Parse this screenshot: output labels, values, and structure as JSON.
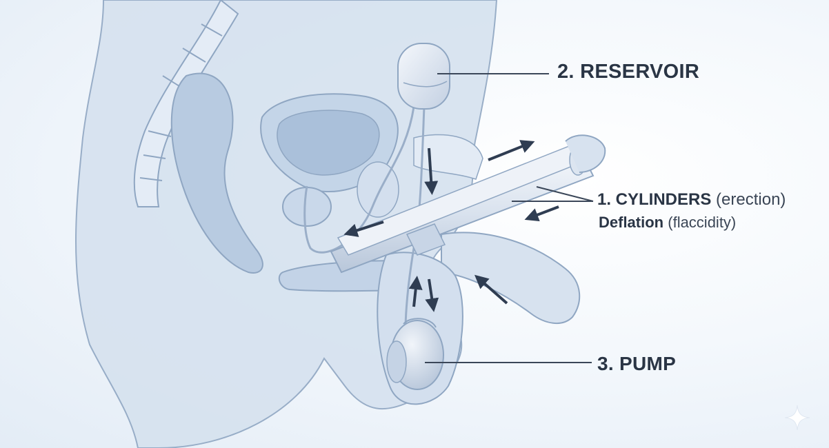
{
  "labels": {
    "reservoir": "2. RESERVOIR",
    "cylinders_main": "1. CYLINDERS",
    "cylinders_paren": "(erection)",
    "deflation_main": "Deflation",
    "deflation_paren": "(flaccidity)",
    "pump": "3. PUMP"
  },
  "colors": {
    "outline": "#8fa6c2",
    "tissue": "#c9d8ea",
    "tissue_light": "#dde7f3",
    "device": "#e9eef5",
    "arrow": "#2f3d52",
    "leader": "#3a4658"
  },
  "icons": {
    "watermark": "sparkle-icon"
  }
}
